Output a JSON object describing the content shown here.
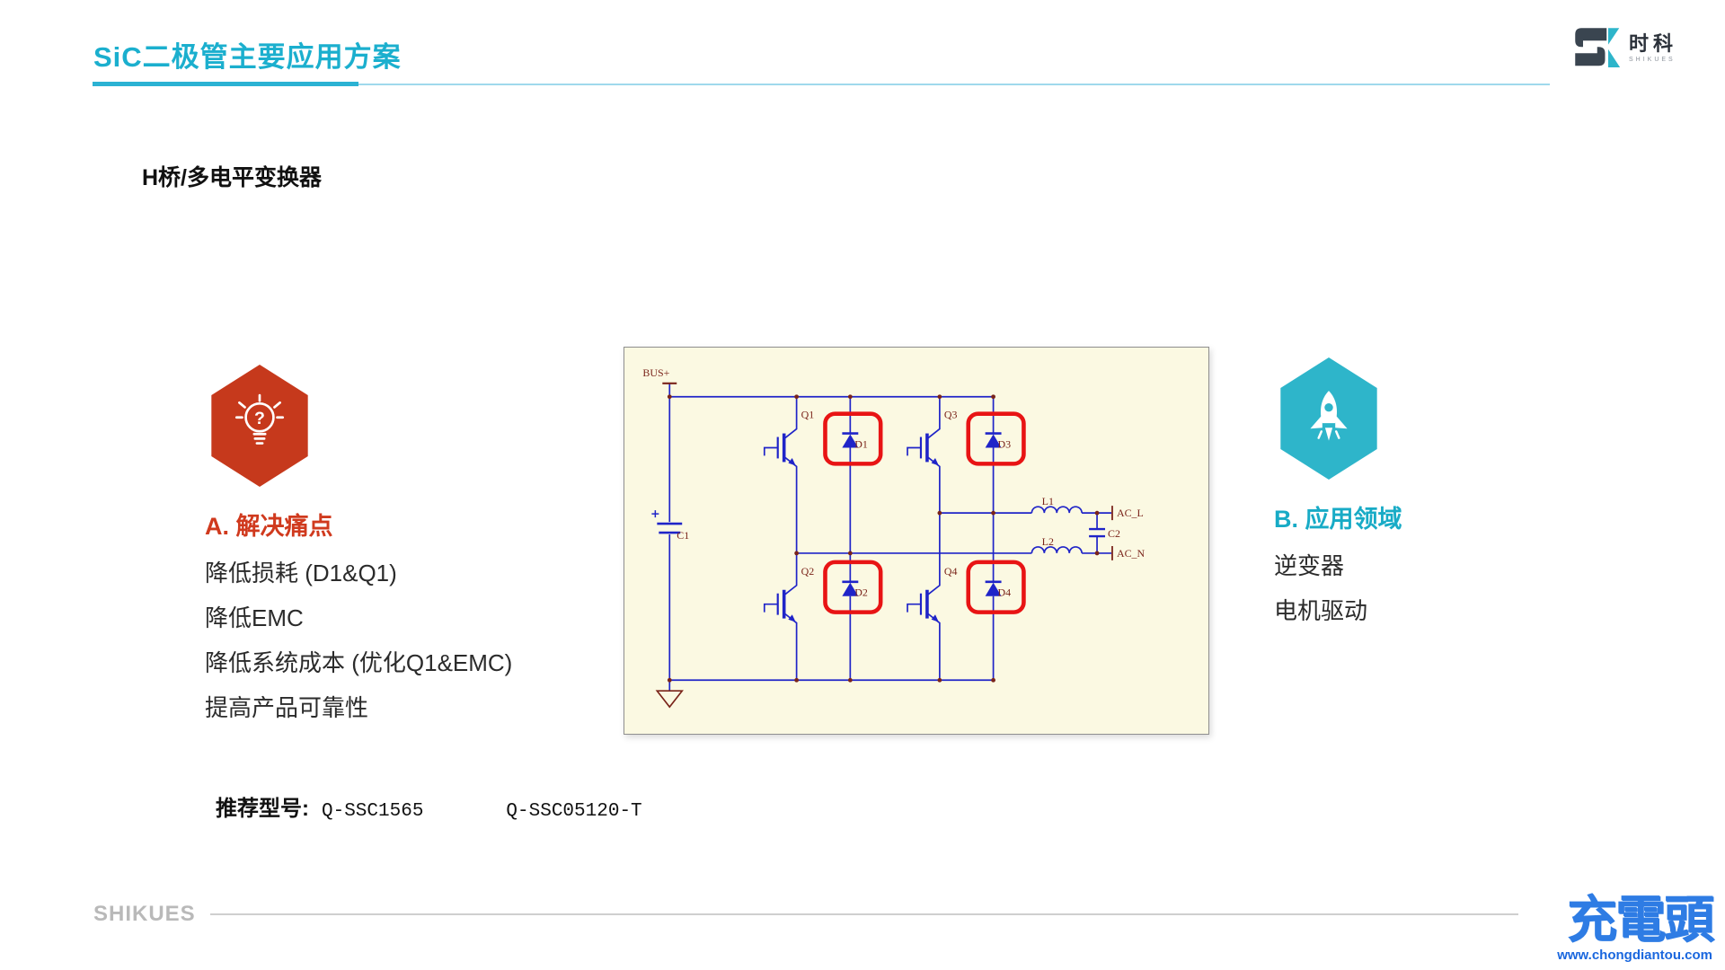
{
  "header": {
    "title": "SiC二极管主要应用方案",
    "logo_mark_s": "S",
    "logo_mark_k": "K",
    "logo_company": "时科",
    "logo_sub": "SHIKUES"
  },
  "section": {
    "heading": "H桥/多电平变换器"
  },
  "pain_points": {
    "heading": "A. 解决痛点",
    "items": [
      "降低损耗 (D1&Q1)",
      "降低EMC",
      "降低系统成本 (优化Q1&EMC)",
      "提高产品可靠性"
    ]
  },
  "applications": {
    "heading": "B. 应用领域",
    "items": [
      "逆变器",
      "电机驱动"
    ]
  },
  "circuit": {
    "bus": "BUS+",
    "c1": "C1",
    "c2": "C2",
    "l1": "L1",
    "l2": "L2",
    "q1": "Q1",
    "q2": "Q2",
    "q3": "Q3",
    "q4": "Q4",
    "d1": "D1",
    "d2": "D2",
    "d3": "D3",
    "d4": "D4",
    "ac_l": "AC_L",
    "ac_n": "AC_N"
  },
  "recommendation": {
    "label": "推荐型号:",
    "models": [
      "Q-SSC1565",
      "Q-SSC05120-T"
    ]
  },
  "footer": {
    "brand": "SHIKUES"
  },
  "watermark": {
    "logo": "充電頭",
    "url": "www.chongdiantou.com"
  },
  "colors": {
    "accent_teal": "#1bafce",
    "accent_red": "#d03a1e",
    "hex_red": "#c6391c",
    "hex_teal": "#2eb5ca",
    "highlight_red": "#e81414",
    "circuit_blue": "#1f24c8",
    "circuit_label": "#7a241a",
    "panel_bg": "#fbf9e2"
  }
}
